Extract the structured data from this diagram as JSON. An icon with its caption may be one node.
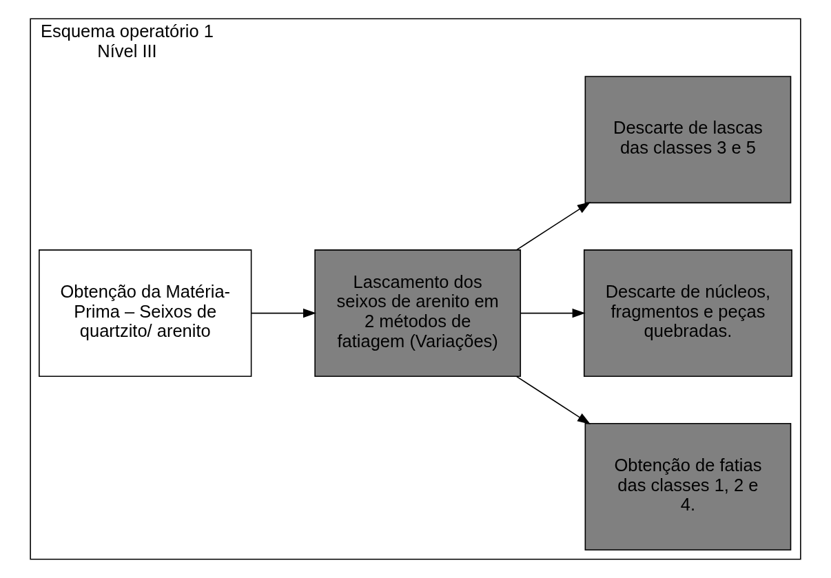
{
  "diagram": {
    "nodes": [
      {
        "text": [
          "Esquema operatório 1 Nível III"
        ]
      },
      {
        "text": [
          "Obtenção da Matéria-Prima – Seixos de quartzito/ arenito"
        ],
        "in": 0
      },
      {
        "text": [
          "Lascamento dos seixos de arenito em 2 métodos de fatiagem (Variações)"
        ],
        "in": 0
      },
      {
        "text": [
          "Obtenção de fatias das classes 1, 2 e 4."
        ],
        "in": 0
      },
      {
        "text": [
          "Descarte de núcleos, fragmentos e peças quebradas."
        ],
        "in": 0
      },
      {
        "text": [
          "Descarte de lascas das classes 3 e 5"
        ],
        "in": 0
      }
    ],
    "edges": [
      {
        "from": 1,
        "to": 2,
        "arrow": "to"
      },
      {
        "from": 2,
        "to": 3,
        "arrow": "to"
      },
      {
        "from": 2,
        "to": 4,
        "arrow": "to"
      },
      {
        "from": 2,
        "to": 5,
        "arrow": "to"
      }
    ]
  }
}
